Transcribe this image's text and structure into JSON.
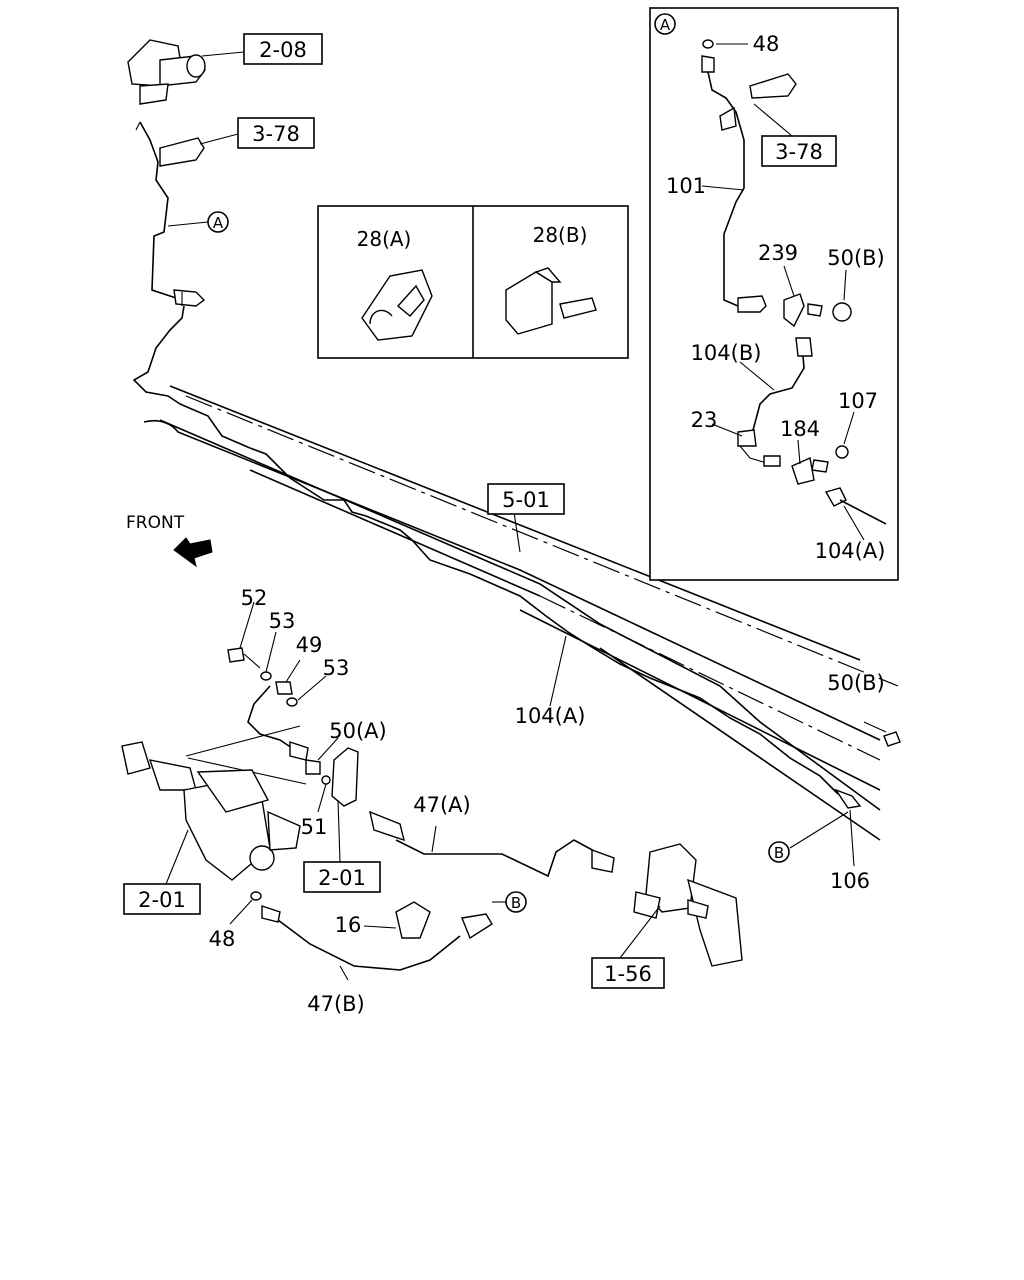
{
  "diagram": {
    "front_label": "FRONT",
    "ref_boxes": {
      "r_2_08": "2-08",
      "r_3_78_main": "3-78",
      "r_5_01": "5-01",
      "r_2_01_bracket": "2-01",
      "r_2_01_booster": "2-01",
      "r_1_56": "1-56",
      "r_3_78_detail": "3-78"
    },
    "callouts": {
      "circle_a_main": "A",
      "circle_a_detail": "A",
      "circle_b_rear": "B",
      "circle_b_hose": "B"
    },
    "inset_labels": {
      "clip_28a": "28(A)",
      "clip_28b": "28(B)"
    },
    "detail_labels": {
      "p48": "48",
      "p101": "101",
      "p239": "239",
      "p50b": "50(B)",
      "p104b": "104(B)",
      "p23": "23",
      "p184": "184",
      "p107": "107",
      "p104a": "104(A)"
    },
    "part_labels": {
      "p52": "52",
      "p53_top": "53",
      "p49": "49",
      "p53_mid": "53",
      "p50a": "50(A)",
      "p51": "51",
      "p104a": "104(A)",
      "p50b": "50(B)",
      "p106": "106",
      "p47a": "47(A)",
      "p47b": "47(B)",
      "p16": "16",
      "p48": "48"
    }
  }
}
